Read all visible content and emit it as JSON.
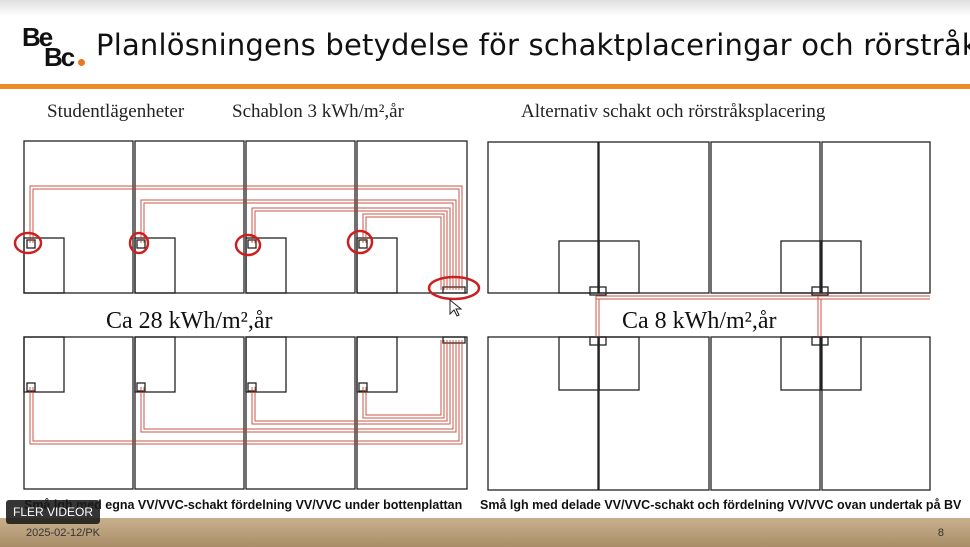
{
  "header": {
    "logo_top": "Be",
    "logo_bottom": "Bc",
    "title": "Planlösningens betydelse för schaktplaceringar och rörstråk"
  },
  "left": {
    "heading_a": "Studentlägenheter",
    "heading_b": "Schablon 3 kWh/m²,år",
    "value_label": "Ca 28 kWh/m²,år",
    "caption": "Små lgh med egna VV/VVC-schakt fördelning VV/VVC under bottenplattan"
  },
  "right": {
    "heading": "Alternativ schakt och rörstråksplacering",
    "value_label": "Ca 8 kWh/m²,år",
    "caption": "Små lgh med delade VV/VVC-schakt och fördelning VV/VVC ovan undertak på BV"
  },
  "footer": {
    "date": "2025-02-12/PK",
    "page": "8"
  },
  "overlay": {
    "more_videos": "FLER VIDEOR"
  },
  "colors": {
    "accent": "#f08a24",
    "pipe": "#c0392b",
    "marker": "#cc1f1f"
  }
}
